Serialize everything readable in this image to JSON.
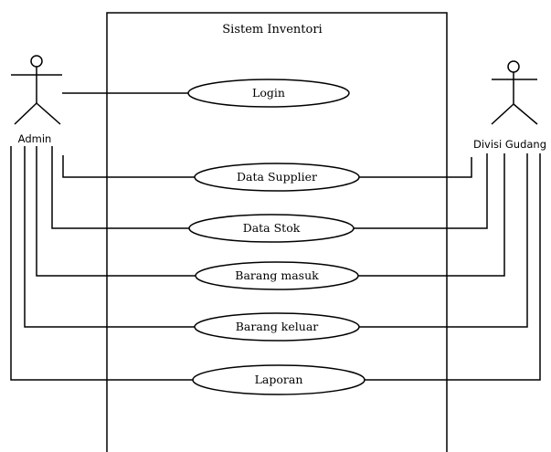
{
  "system": {
    "title": "Sistem Inventori"
  },
  "actors": {
    "admin": {
      "label": "Admin"
    },
    "gudang": {
      "label": "Divisi Gudang"
    }
  },
  "use_cases": [
    {
      "id": "login",
      "label": "Login"
    },
    {
      "id": "data-supplier",
      "label": "Data Supplier"
    },
    {
      "id": "data-stok",
      "label": "Data Stok"
    },
    {
      "id": "barang-masuk",
      "label": "Barang masuk"
    },
    {
      "id": "barang-keluar",
      "label": "Barang keluar"
    },
    {
      "id": "laporan",
      "label": "Laporan"
    }
  ]
}
